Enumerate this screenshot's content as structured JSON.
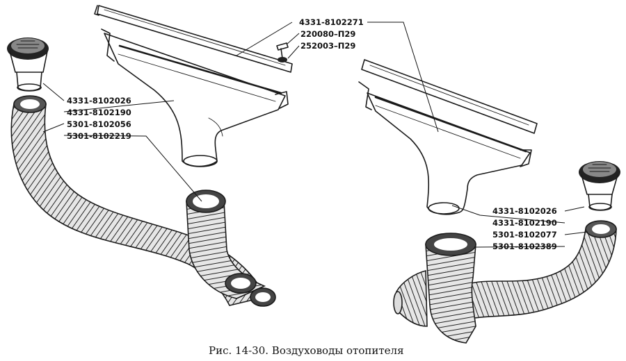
{
  "caption": "Рис. 14-30. Воздуховоды отопителя",
  "labels": {
    "l1": "4331-8102271",
    "l2": "220080–П29",
    "l3": "252003–П29",
    "l4": "4331-8102026",
    "l5": "4331-8102190",
    "l6": "5301-8102056",
    "l7": "5301-8102219",
    "r1": "4331-8102026",
    "r2": "4331-8102190",
    "r3": "5301-8102077",
    "r4": "5301-8102389"
  }
}
